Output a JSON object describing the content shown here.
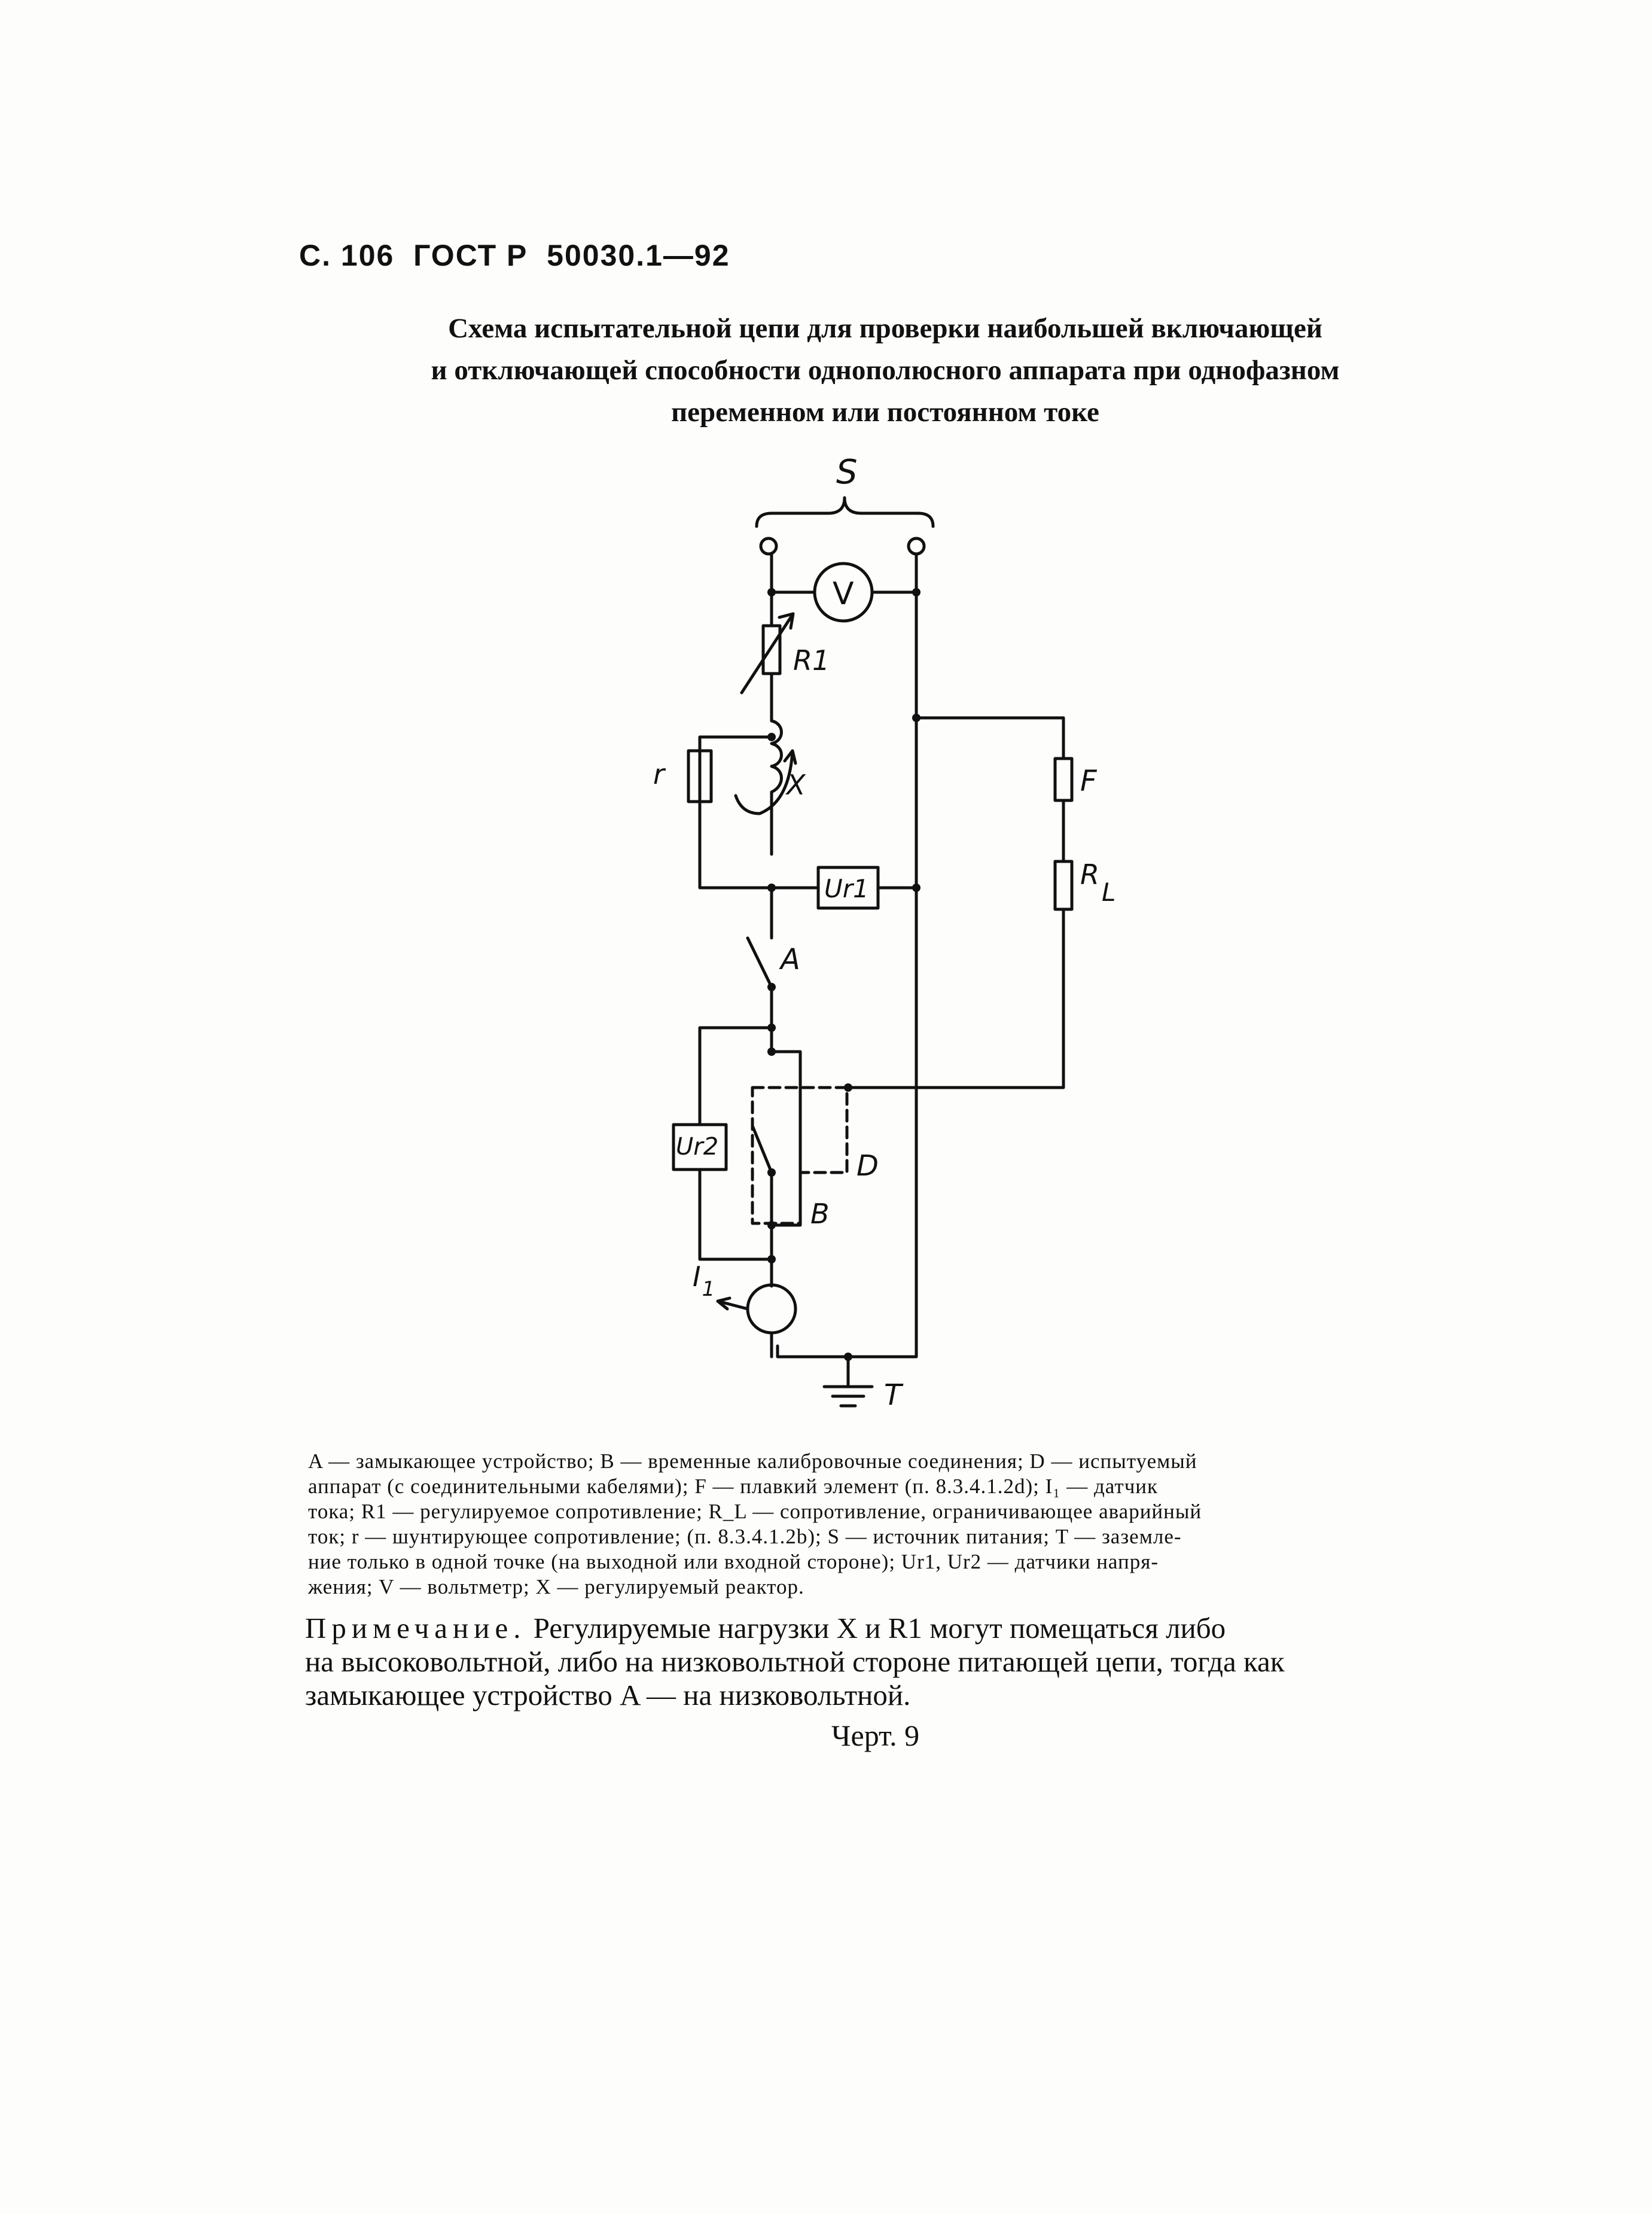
{
  "header": {
    "page": "С. 106",
    "standard": "ГОСТ Р",
    "number": "50030.1—92"
  },
  "title": {
    "line1": "Схема испытательной цепи для проверки наибольшей включающей",
    "line2": "и отключающей способности однополюсного аппарата при однофазном",
    "line3": "переменном или постоянном токе"
  },
  "diagram": {
    "labels": {
      "S": "S",
      "V": "V",
      "R1": "R1",
      "r": "r",
      "X": "X",
      "Ur1": "Ur1",
      "A": "A",
      "F": "F",
      "RL_main": "R",
      "RL_sub": "L",
      "Ur2": "Ur2",
      "D": "D",
      "B": "B",
      "I1_main": "I",
      "I1_sub": "1",
      "T": "T"
    }
  },
  "legend": {
    "line1": "A — замыкающее устройство; B — временные калибровочные соединения; D — испытуемый",
    "line2": "аппарат (с соединительными кабелями); F — плавкий элемент (п. 8.3.4.1.2d); I₁ — датчик",
    "line3": "тока; R1 — регулируемое сопротивление; R_L — сопротивление, ограничивающее аварийный",
    "line4": "ток; r — шунтирующее сопротивление; (п. 8.3.4.1.2b); S — источник питания; T — заземле-",
    "line5": "ние только в одной точке (на выходной или входной стороне); Ur1, Ur2 — датчики напря-",
    "line6": "жения; V — вольтметр; X — регулируемый реактор."
  },
  "note": {
    "heading": "Примечание.",
    "line1_rest": " Регулируемые нагрузки X и R1 могут помещаться либо",
    "line2": "на высоковольтной, либо на низковольтной стороне питающей цепи, тогда как",
    "line3": "замыкающее устройство A — на низковольтной."
  },
  "caption": "Черт. 9"
}
